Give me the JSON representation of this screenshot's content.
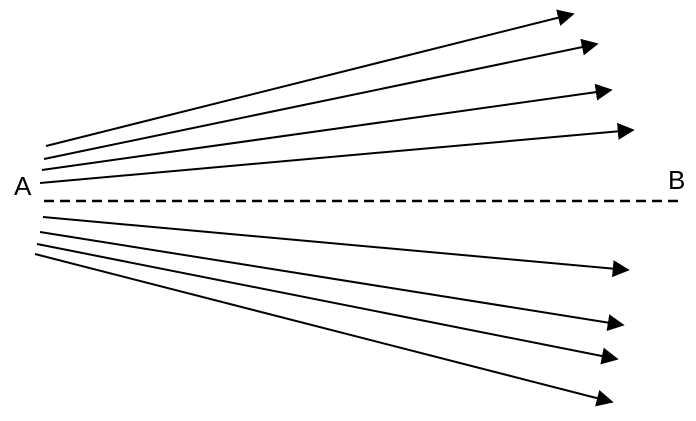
{
  "labels": {
    "start": "A",
    "end": "B"
  },
  "colors": {
    "stroke": "#000000",
    "background": "#ffffff"
  },
  "line_styles": {
    "axis": "dashed",
    "rays": "solid-with-arrowhead"
  },
  "ray_groups": [
    {
      "name": "above",
      "count": 4
    },
    {
      "name": "below",
      "count": 4
    }
  ]
}
